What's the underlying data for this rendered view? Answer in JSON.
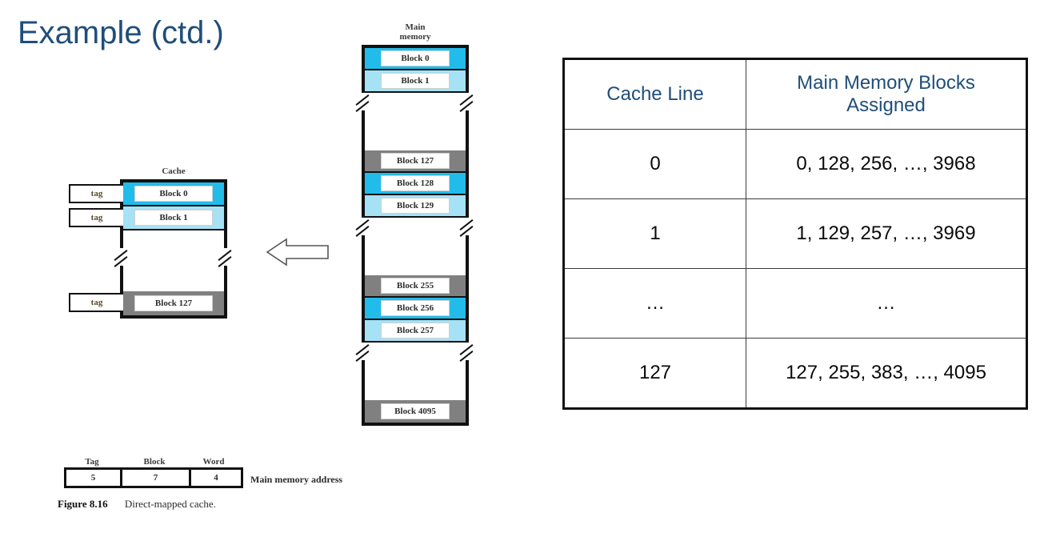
{
  "slide": {
    "title": "Example (ctd.)",
    "title_color": "#1F4E79"
  },
  "palette": {
    "highlight_cyan": "#22BCEA",
    "light_cyan": "#A5E2F5",
    "gray_block": "#808080",
    "outline": "#111111",
    "header_blue": "#1F4E79"
  },
  "figure": {
    "caption_number": "Figure 8.16",
    "caption_text": "Direct-mapped cache.",
    "main_memory": {
      "label_line1": "Main",
      "label_line2": "memory",
      "blocks": [
        {
          "label": "Block 0",
          "fill": "cyan"
        },
        {
          "label": "Block 1",
          "fill": "lightcyan"
        },
        {
          "label": "Block 127",
          "fill": "gray"
        },
        {
          "label": "Block 128",
          "fill": "cyan"
        },
        {
          "label": "Block 129",
          "fill": "lightcyan"
        },
        {
          "label": "Block 255",
          "fill": "gray"
        },
        {
          "label": "Block 256",
          "fill": "cyan"
        },
        {
          "label": "Block 257",
          "fill": "lightcyan"
        },
        {
          "label": "Block 4095",
          "fill": "gray"
        }
      ]
    },
    "cache": {
      "label": "Cache",
      "tag_label": "tag",
      "tags": [
        "tag",
        "tag",
        "tag"
      ],
      "blocks": [
        {
          "label": "Block 0",
          "fill": "cyan"
        },
        {
          "label": "Block 1",
          "fill": "lightcyan"
        },
        {
          "label": "Block 127",
          "fill": "gray"
        }
      ]
    },
    "arrow": {
      "name": "mapping-arrow",
      "direction": "left"
    },
    "address_format": {
      "note": "Main memory address",
      "fields": [
        {
          "name": "Tag",
          "bits": "5"
        },
        {
          "name": "Block",
          "bits": "7"
        },
        {
          "name": "Word",
          "bits": "4"
        }
      ]
    }
  },
  "table": {
    "headers": [
      "Cache Line",
      "Main Memory Blocks Assigned"
    ],
    "header_line1": "Main Memory Blocks",
    "header_line2": "Assigned",
    "rows": [
      {
        "line": "0",
        "blocks": "0, 128, 256, …, 3968"
      },
      {
        "line": "1",
        "blocks": "1, 129, 257, …, 3969"
      },
      {
        "line": "…",
        "blocks": "…"
      },
      {
        "line": "127",
        "blocks": "127, 255, 383, …, 4095"
      }
    ]
  }
}
